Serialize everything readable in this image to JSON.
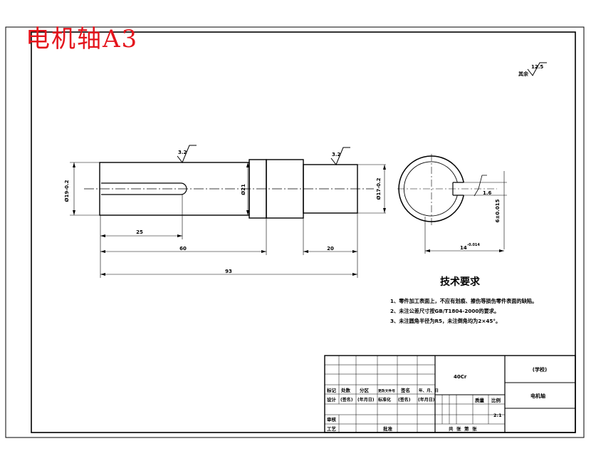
{
  "header_title": "电机轴A3",
  "roughness_other": {
    "label": "其余",
    "value": "12.5"
  },
  "roughness_marks": [
    "3.2",
    "3.2"
  ],
  "diameters": {
    "left": "Ø19-0.2",
    "collar": "Ø21",
    "right": "Ø17-0.2",
    "section_depth": "6±0.015"
  },
  "lengths": {
    "keyway": "25",
    "shaft_60": "60",
    "shaft_20": "20",
    "total": "93"
  },
  "section": {
    "key_width": "14",
    "key_tol": "-0.014",
    "roughness": "1.6"
  },
  "tech_requirements": {
    "title": "技术要求",
    "items": [
      "1、零件加工表面上，不应有划痕、擦伤等损伤零件表面的缺陷。",
      "2、未注公差尺寸按GB/T1804-2000的要求。",
      "3、未注圆角半径为R5，未注倒角均为2×45°。"
    ]
  },
  "title_block": {
    "material": "40Cr",
    "school": "(学校)",
    "part_name": "电机轴",
    "scale": "2:1",
    "left_headers": [
      "标记",
      "处数",
      "分区",
      "更改文件号",
      "签名",
      "年、月、日"
    ],
    "design_row": [
      "设计",
      "(签名)",
      "(年月日)",
      "标准化",
      "(签名)",
      "(年月日)"
    ],
    "review": "审核",
    "process": "工艺",
    "approve": "批准",
    "col_headers": [
      "质量",
      "比例"
    ],
    "sheet_info": "共  张  第  张"
  }
}
